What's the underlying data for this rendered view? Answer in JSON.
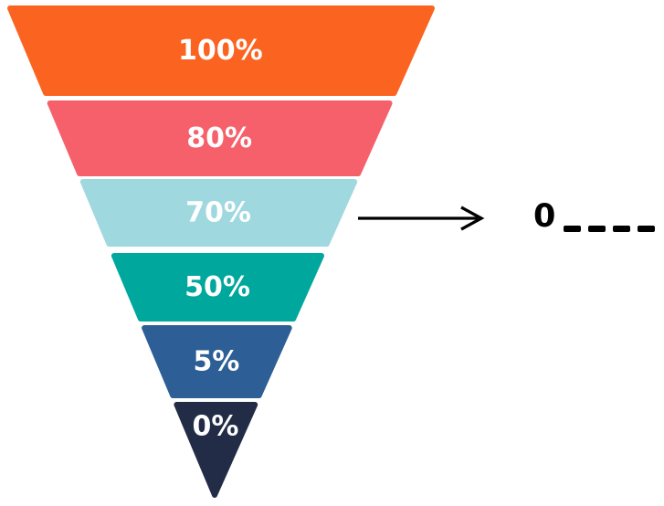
{
  "chart_data": {
    "type": "funnel",
    "title": "",
    "orientation": "inverted-pyramid",
    "background_color": "#ffffff",
    "label_color": "#ffffff",
    "stages": [
      {
        "label": "100%",
        "value": 100,
        "color": "#FB6420"
      },
      {
        "label": "80%",
        "value": 80,
        "color": "#F6606B"
      },
      {
        "label": "70%",
        "value": 70,
        "color": "#A0D8E0"
      },
      {
        "label": "50%",
        "value": 50,
        "color": "#00A79D"
      },
      {
        "label": "5%",
        "value": 5,
        "color": "#2D5F96"
      },
      {
        "label": "0%",
        "value": 0,
        "color": "#222C47"
      }
    ],
    "annotation": {
      "text": "0",
      "dash_count": 4,
      "color": "#000000",
      "points_to_stage": "70%",
      "arrow": "right"
    }
  }
}
